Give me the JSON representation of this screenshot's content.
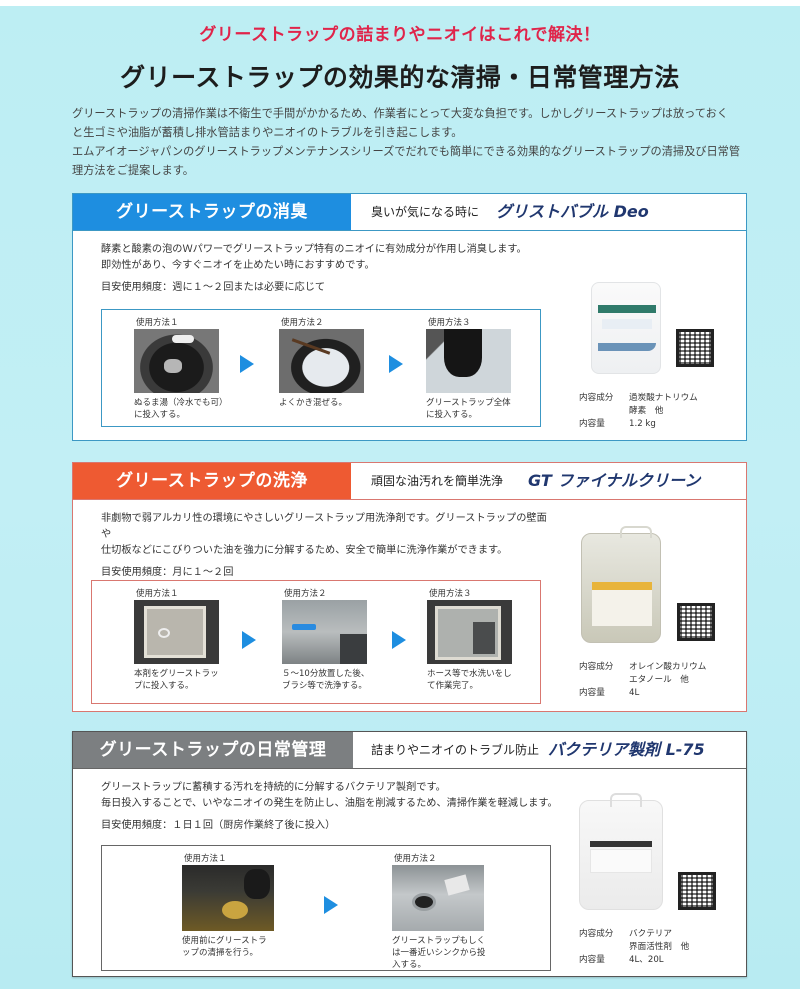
{
  "header": {
    "tagline": "グリーストラップの詰まりやニオイはこれで解決！",
    "title": "グリーストラップの効果的な清掃・日常管理方法",
    "intro": [
      "グリーストラップの清掃作業は不衛生で手間がかかるため、作業者にとって大変な負担です。しかしグリーストラップは放っておく",
      "と生ゴミや油脂が蓄積し排水管詰まりやニオイのトラブルを引き起こします。",
      "エムアイオージャパンのグリーストラップメンテナンスシリーズでだれでも簡単にできる効果的なグリーストラップの清掃及び日常管",
      "理方法をご提案します。"
    ]
  },
  "colors": {
    "background": "#bdeef3",
    "tagline": "#e0244a",
    "section_blue": "#1e8ee0",
    "section_red": "#ee5a32",
    "section_gray": "#7c7f81",
    "product_name": "#20376f",
    "arrow": "#1e8ee0"
  },
  "sections": [
    {
      "title": "グリーストラップの消臭",
      "subtitle": "臭いが気になる時に",
      "product": "グリストバブル Deo",
      "description": [
        "酵素と酸素の泡のＷパワーでグリーストラップ特有のニオイに有効成分が作用し消臭します。",
        "即効性があり、今すぐニオイを止めたい時におすすめです。"
      ],
      "frequency": "目安使用頻度：週に１～２回または必要に応じて",
      "steps": [
        {
          "label": "使用方法１",
          "caption": "ぬるま湯（冷水でも可）に投入する。"
        },
        {
          "label": "使用方法２",
          "caption": "よくかき混ぜる。"
        },
        {
          "label": "使用方法３",
          "caption": "グリーストラップ全体に投入する。"
        }
      ],
      "spec": {
        "ingredients_label": "内容成分",
        "ingredients": [
          "過炭酸ナトリウム",
          "酵素　他"
        ],
        "volume_label": "内容量",
        "volume": "1.2 kg"
      }
    },
    {
      "title": "グリーストラップの洗浄",
      "subtitle": "頑固な油汚れを簡単洗浄",
      "product": "GT ファイナルクリーン",
      "description": [
        "非劇物で弱アルカリ性の環境にやさしいグリーストラップ用洗浄剤です。グリーストラップの壁面や",
        "仕切板などにこびりついた油を強力に分解するため、安全で簡単に洗浄作業ができます。"
      ],
      "frequency": "目安使用頻度：月に１～２回",
      "steps": [
        {
          "label": "使用方法１",
          "caption": "本剤をグリーストラップに投入する。"
        },
        {
          "label": "使用方法２",
          "caption": "５～10分放置した後、ブラシ等で洗浄する。"
        },
        {
          "label": "使用方法３",
          "caption": "ホース等で水洗いをして作業完了。"
        }
      ],
      "spec": {
        "ingredients_label": "内容成分",
        "ingredients": [
          "オレイン酸カリウム",
          "エタノール　他"
        ],
        "volume_label": "内容量",
        "volume": "4L"
      }
    },
    {
      "title": "グリーストラップの日常管理",
      "subtitle": "詰まりやニオイのトラブル防止",
      "product": "バクテリア製剤 L-75",
      "description": [
        "グリーストラップに蓄積する汚れを持続的に分解するバクテリア製剤です。",
        "毎日投入することで、いやなニオイの発生を防止し、油脂を削減するため、清掃作業を軽減します。"
      ],
      "frequency": "目安使用頻度：１日１回（厨房作業終了後に投入）",
      "steps": [
        {
          "label": "使用方法１",
          "caption": "使用前にグリーストラップの清掃を行う。"
        },
        {
          "label": "使用方法２",
          "caption": "グリーストラップもしくは一番近いシンクから投入する。"
        }
      ],
      "spec": {
        "ingredients_label": "内容成分",
        "ingredients": [
          "バクテリア",
          "界面活性剤　他"
        ],
        "volume_label": "内容量",
        "volume": "4L、20L"
      }
    }
  ]
}
